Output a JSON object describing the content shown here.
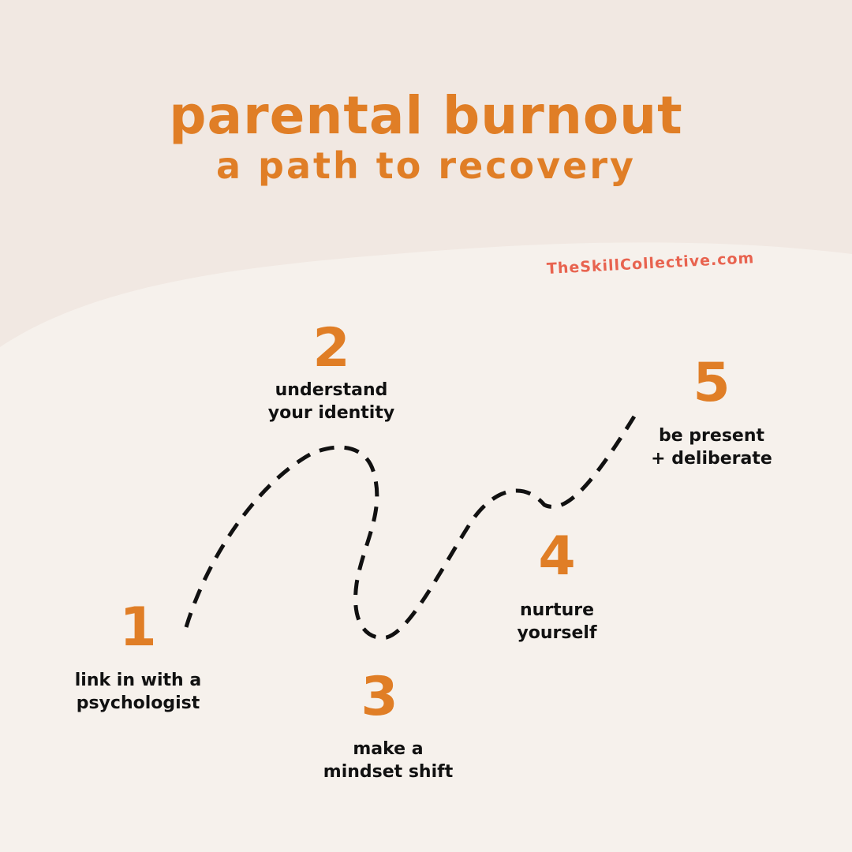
{
  "title": "parental burnout",
  "subtitle": "a path to recovery",
  "brand": "TheSkillCollective.com",
  "colors": {
    "background_top": "#f1e8e2",
    "background_bottom": "#f6f1ec",
    "accent": "#e07e26",
    "brand": "#e8634f",
    "text": "#111111",
    "path": "#111111"
  },
  "steps": [
    {
      "number": "1",
      "lines": [
        "link in with a",
        "psychologist"
      ]
    },
    {
      "number": "2",
      "lines": [
        "understand",
        "your identity"
      ]
    },
    {
      "number": "3",
      "lines": [
        "make a",
        "mindset shift"
      ]
    },
    {
      "number": "4",
      "lines": [
        "nurture",
        "yourself"
      ]
    },
    {
      "number": "5",
      "lines": [
        "be present",
        "+ deliberate"
      ]
    }
  ]
}
